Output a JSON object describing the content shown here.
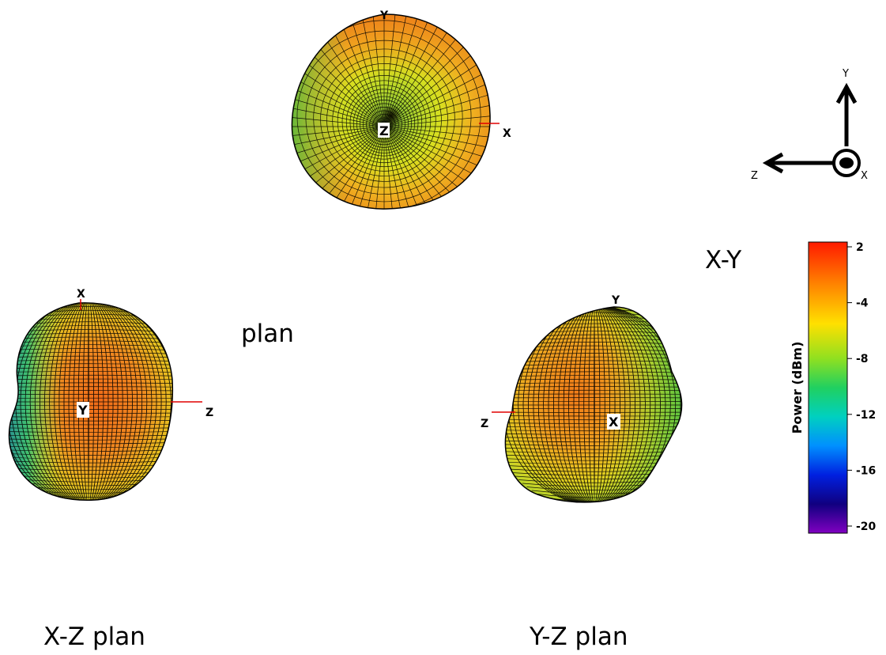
{
  "views": {
    "xy": {
      "top_axis": "Y",
      "right_axis": "X",
      "center_axis": "Z"
    },
    "xz": {
      "top_axis": "X",
      "right_axis": "Z",
      "center_axis": "Y"
    },
    "yz": {
      "top_axis": "Y",
      "left_axis": "Z",
      "center_axis": "X"
    }
  },
  "triad": {
    "up": "Y",
    "left": "Z",
    "out": "X"
  },
  "captions": {
    "xy_line1": "X-Y",
    "xy_line2": "plan",
    "xz": "X-Z plan",
    "yz": "Y-Z plan"
  },
  "colorbar": {
    "title": "Power  (dBm)",
    "ticks": [
      "2",
      "-4",
      "-8",
      "-12",
      "-16",
      "-20"
    ],
    "colors": [
      "#ff1a00",
      "#ff8000",
      "#ffd000",
      "#b0e000",
      "#40d040",
      "#00d0a0",
      "#00a0ff",
      "#0040ff",
      "#0000a0",
      "#5000a0",
      "#8000c0"
    ]
  }
}
